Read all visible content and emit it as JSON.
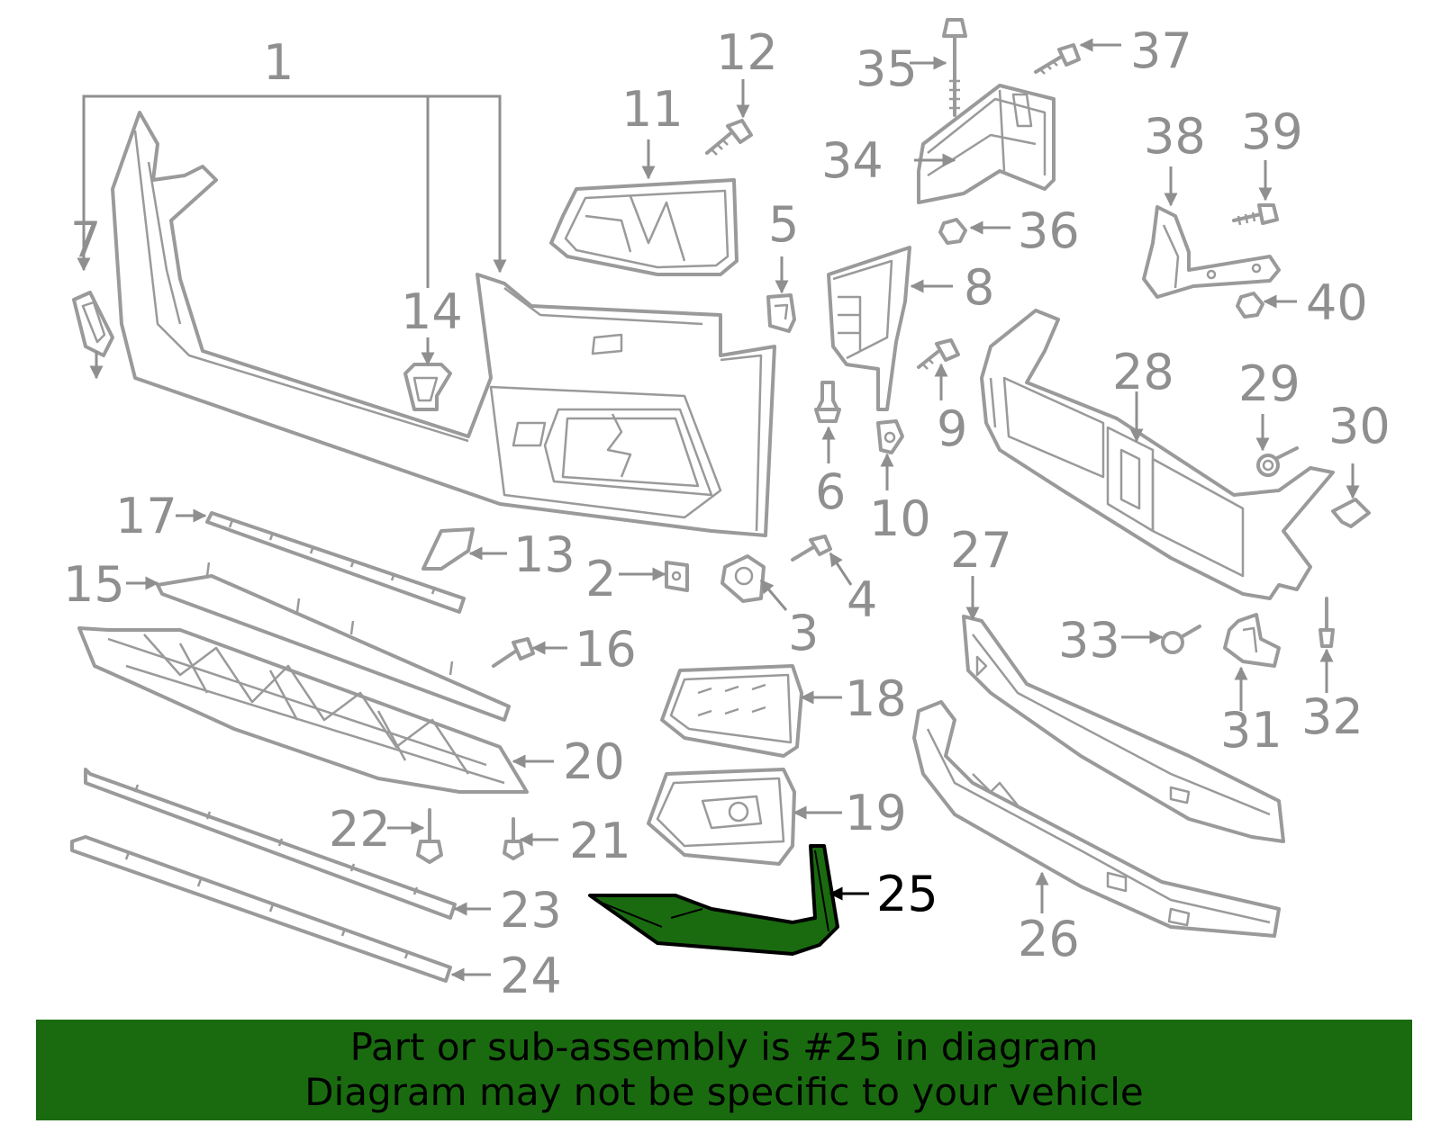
{
  "diagram": {
    "highlighted_part": "25",
    "callouts": [
      "1",
      "2",
      "3",
      "4",
      "5",
      "6",
      "7",
      "8",
      "9",
      "10",
      "11",
      "12",
      "13",
      "14",
      "15",
      "16",
      "17",
      "18",
      "19",
      "20",
      "21",
      "22",
      "23",
      "24",
      "25",
      "26",
      "27",
      "28",
      "29",
      "30",
      "31",
      "32",
      "33",
      "34",
      "35",
      "36",
      "37",
      "38",
      "39",
      "40"
    ],
    "colors": {
      "part_line": "#9a9a9a",
      "highlight": "#1a6b10",
      "banner": "#1a6b10",
      "highlight_label": "#000000"
    }
  },
  "banner": {
    "line1": "Part or sub-assembly is #25 in diagram",
    "line2": "Diagram may not be specific to your vehicle"
  }
}
